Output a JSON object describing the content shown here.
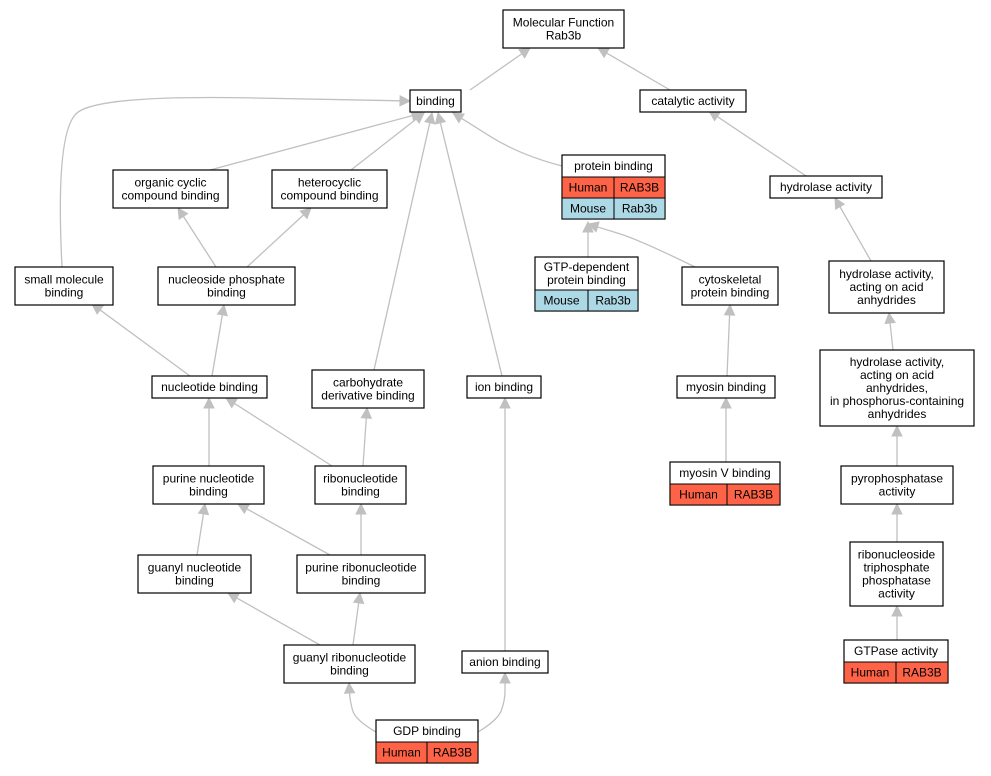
{
  "colors": {
    "human": "#ff6347",
    "mouse": "#add8e6",
    "edge": "#c0c0c0",
    "border": "#000000",
    "background": "#ffffff"
  },
  "nodes": {
    "root": {
      "lines": [
        "Molecular Function",
        "Rab3b"
      ]
    },
    "binding": {
      "lines": [
        "binding"
      ]
    },
    "catalytic": {
      "lines": [
        "catalytic activity"
      ]
    },
    "organic": {
      "lines": [
        "organic cyclic",
        "compound binding"
      ]
    },
    "heterocyclic": {
      "lines": [
        "heterocyclic",
        "compound binding"
      ]
    },
    "protein": {
      "lines": [
        "protein binding"
      ],
      "annotations": [
        {
          "species": "Human",
          "gene": "RAB3B"
        },
        {
          "species": "Mouse",
          "gene": "Rab3b"
        }
      ]
    },
    "hydrolase": {
      "lines": [
        "hydrolase activity"
      ]
    },
    "small": {
      "lines": [
        "small molecule",
        "binding"
      ]
    },
    "nucphos": {
      "lines": [
        "nucleoside phosphate",
        "binding"
      ]
    },
    "gtpdep": {
      "lines": [
        "GTP-dependent",
        "protein binding"
      ],
      "annotations": [
        {
          "species": "Mouse",
          "gene": "Rab3b"
        }
      ]
    },
    "cyto": {
      "lines": [
        "cytoskeletal",
        "protein binding"
      ]
    },
    "hydacid": {
      "lines": [
        "hydrolase activity,",
        "acting on acid",
        "anhydrides"
      ]
    },
    "nucleotide": {
      "lines": [
        "nucleotide binding"
      ]
    },
    "carb": {
      "lines": [
        "carbohydrate",
        "derivative binding"
      ]
    },
    "ion": {
      "lines": [
        "ion binding"
      ]
    },
    "myosin": {
      "lines": [
        "myosin binding"
      ]
    },
    "hydphos": {
      "lines": [
        "hydrolase activity,",
        "acting on acid",
        "anhydrides,",
        "in phosphorus-containing",
        "anhydrides"
      ]
    },
    "purine": {
      "lines": [
        "purine nucleotide",
        "binding"
      ]
    },
    "ribo": {
      "lines": [
        "ribonucleotide",
        "binding"
      ]
    },
    "myosinv": {
      "lines": [
        "myosin V binding"
      ],
      "annotations": [
        {
          "species": "Human",
          "gene": "RAB3B"
        }
      ]
    },
    "pyro": {
      "lines": [
        "pyrophosphatase",
        "activity"
      ]
    },
    "guanyl": {
      "lines": [
        "guanyl nucleotide",
        "binding"
      ]
    },
    "purribo": {
      "lines": [
        "purine ribonucleotide",
        "binding"
      ]
    },
    "rntp": {
      "lines": [
        "ribonucleoside",
        "triphosphate",
        "phosphatase",
        "activity"
      ]
    },
    "guanylribo": {
      "lines": [
        "guanyl ribonucleotide",
        "binding"
      ]
    },
    "anion": {
      "lines": [
        "anion binding"
      ]
    },
    "gtpase": {
      "lines": [
        "GTPase activity"
      ],
      "annotations": [
        {
          "species": "Human",
          "gene": "RAB3B"
        }
      ]
    },
    "gdp": {
      "lines": [
        "GDP binding"
      ],
      "annotations": [
        {
          "species": "Human",
          "gene": "RAB3B"
        }
      ]
    }
  },
  "edges": [
    {
      "from": "binding",
      "to": "root"
    },
    {
      "from": "catalytic",
      "to": "root"
    },
    {
      "from": "organic",
      "to": "binding"
    },
    {
      "from": "heterocyclic",
      "to": "binding"
    },
    {
      "from": "protein",
      "to": "binding"
    },
    {
      "from": "small",
      "to": "binding"
    },
    {
      "from": "carb",
      "to": "binding"
    },
    {
      "from": "ion",
      "to": "binding"
    },
    {
      "from": "hydrolase",
      "to": "catalytic"
    },
    {
      "from": "nucphos",
      "to": "organic"
    },
    {
      "from": "nucphos",
      "to": "heterocyclic"
    },
    {
      "from": "gtpdep",
      "to": "protein"
    },
    {
      "from": "cyto",
      "to": "protein"
    },
    {
      "from": "hydacid",
      "to": "hydrolase"
    },
    {
      "from": "nucleotide",
      "to": "small"
    },
    {
      "from": "nucleotide",
      "to": "nucphos"
    },
    {
      "from": "myosin",
      "to": "cyto"
    },
    {
      "from": "hydphos",
      "to": "hydacid"
    },
    {
      "from": "purine",
      "to": "nucleotide"
    },
    {
      "from": "ribo",
      "to": "nucleotide"
    },
    {
      "from": "ribo",
      "to": "carb"
    },
    {
      "from": "myosinv",
      "to": "myosin"
    },
    {
      "from": "pyro",
      "to": "hydphos"
    },
    {
      "from": "guanyl",
      "to": "purine"
    },
    {
      "from": "purribo",
      "to": "purine"
    },
    {
      "from": "purribo",
      "to": "ribo"
    },
    {
      "from": "rntp",
      "to": "pyro"
    },
    {
      "from": "guanylribo",
      "to": "guanyl"
    },
    {
      "from": "guanylribo",
      "to": "purribo"
    },
    {
      "from": "anion",
      "to": "ion"
    },
    {
      "from": "gtpase",
      "to": "rntp"
    },
    {
      "from": "gdp",
      "to": "guanylribo"
    },
    {
      "from": "gdp",
      "to": "anion"
    }
  ]
}
